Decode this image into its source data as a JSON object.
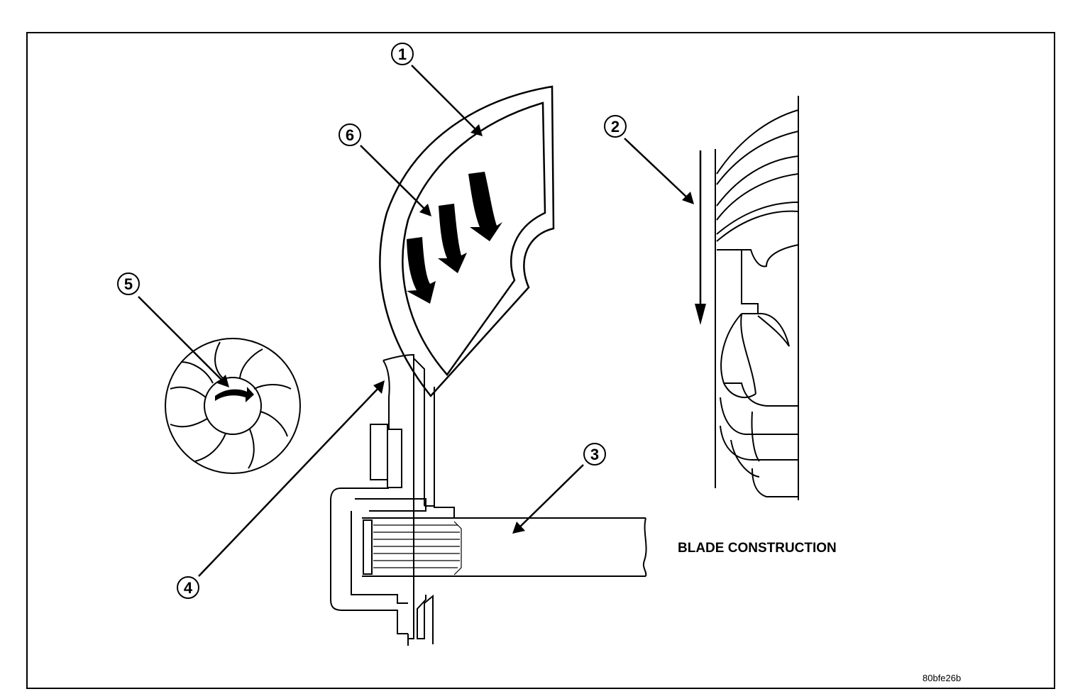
{
  "figure": {
    "caption": "BLADE CONSTRUCTION",
    "figure_id": "80bfe26b"
  },
  "callouts": [
    {
      "number": "1"
    },
    {
      "number": "2"
    },
    {
      "number": "3"
    },
    {
      "number": "4"
    },
    {
      "number": "5"
    },
    {
      "number": "6"
    }
  ]
}
